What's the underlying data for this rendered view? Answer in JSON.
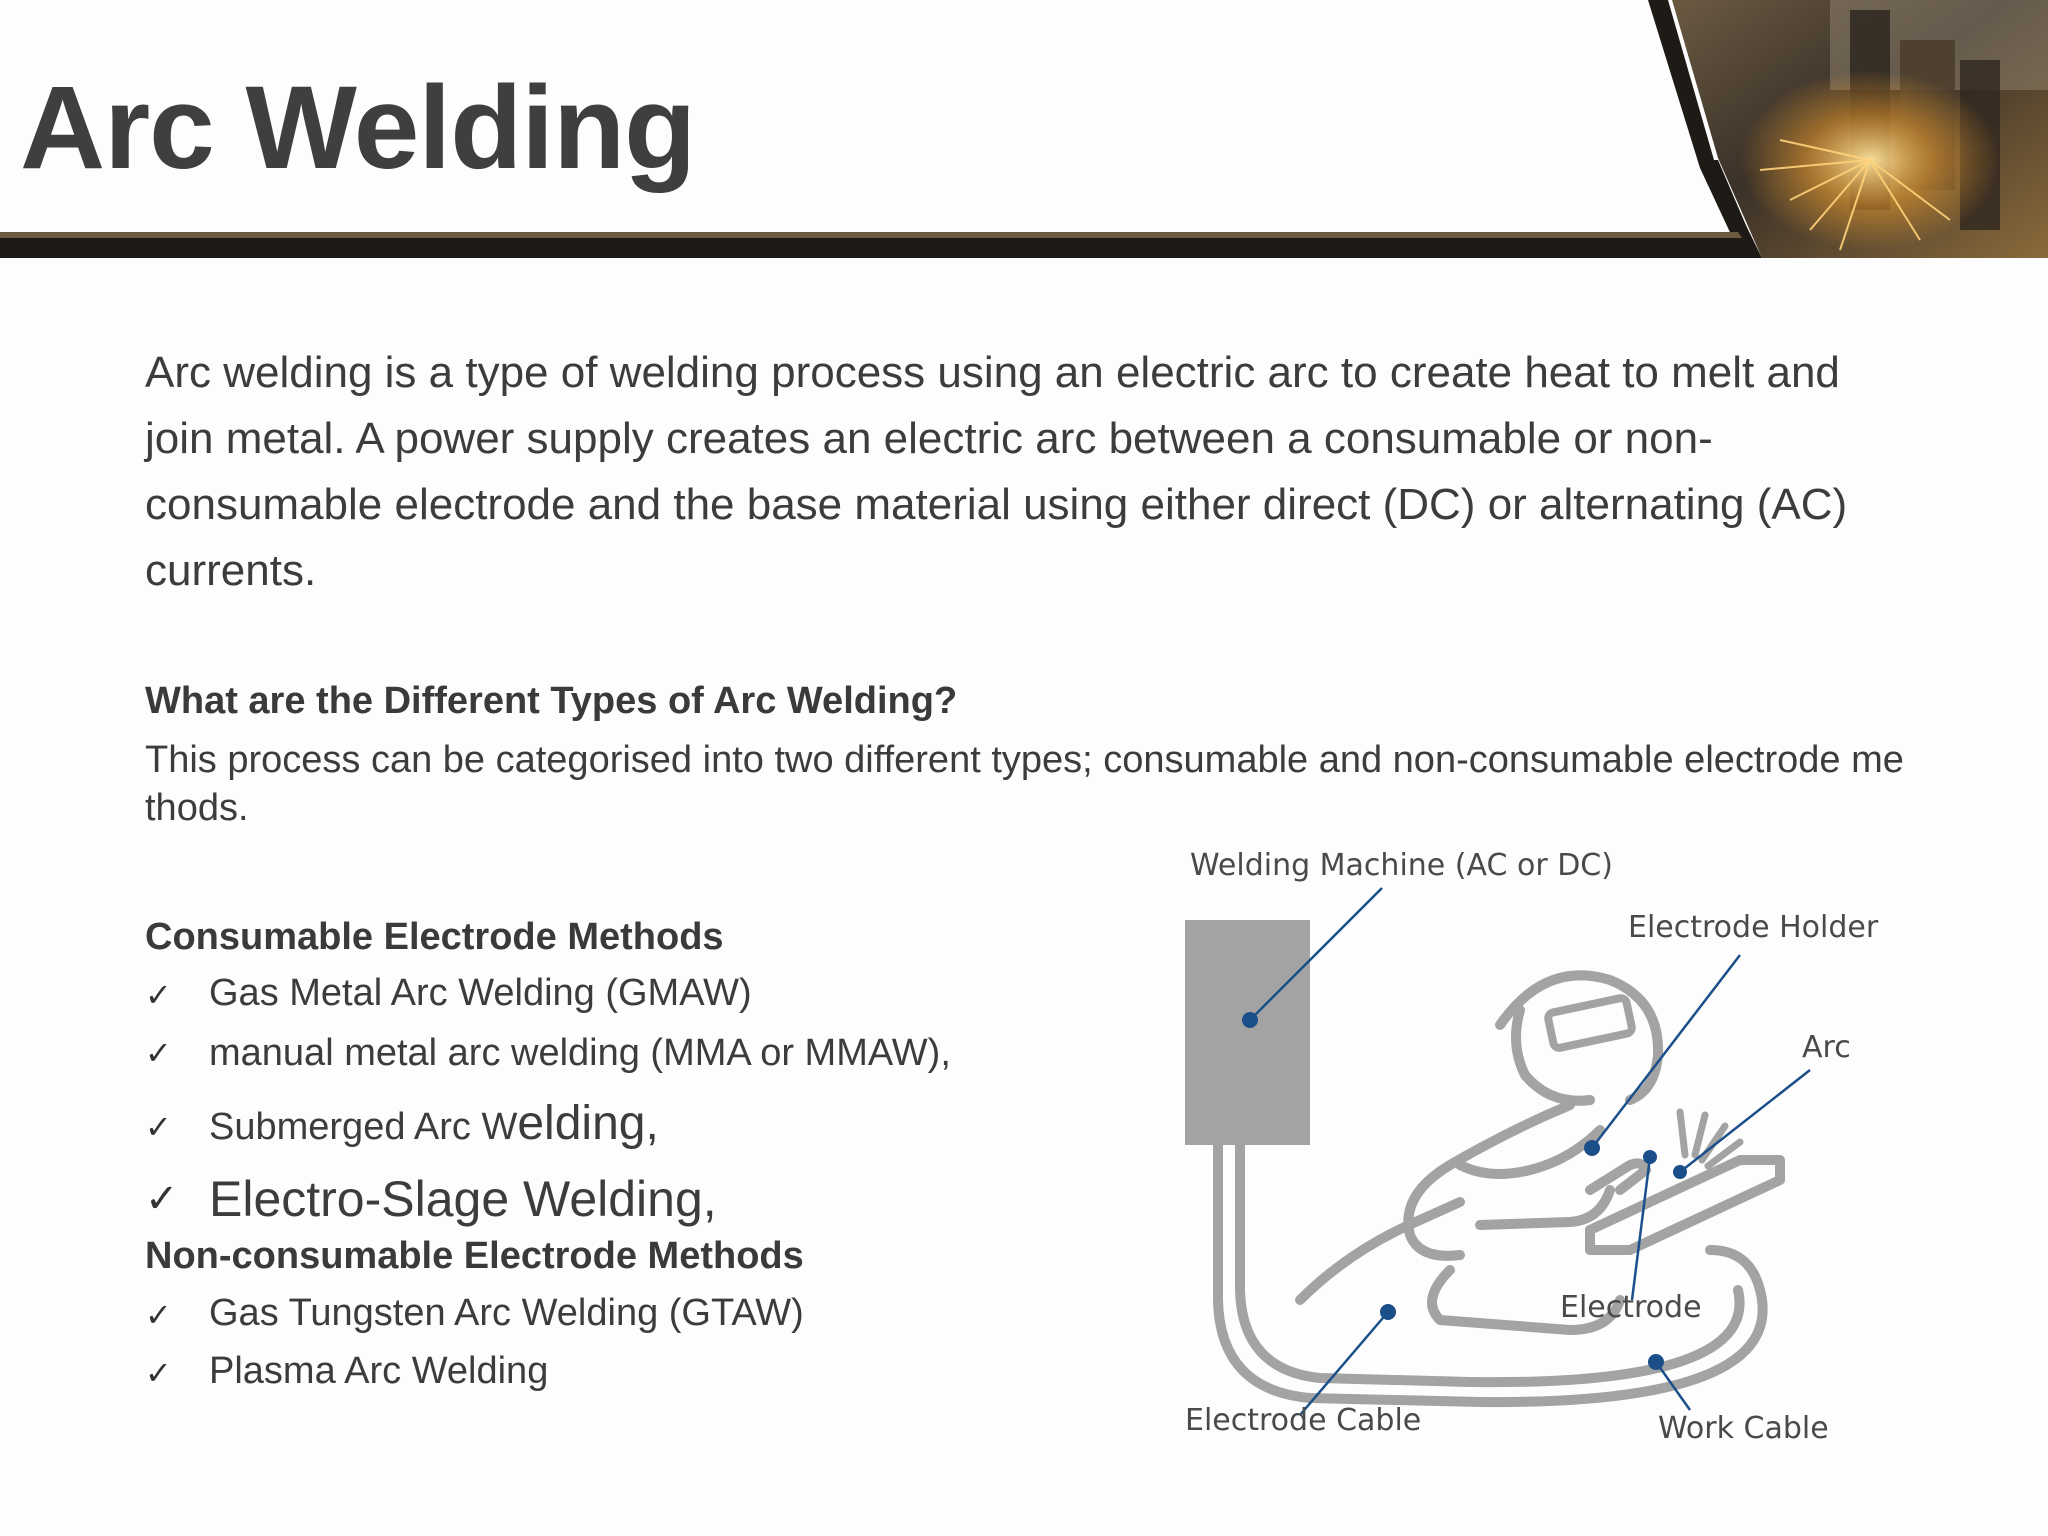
{
  "slide": {
    "title": "Arc Welding",
    "header_image": "welder-grinding-sparks-photo",
    "colors": {
      "title": "#3f3f3f",
      "header_bar": "#1e1a16",
      "text": "#3c3c3c",
      "diagram_gray": "#a3a3a3",
      "diagram_blue": "#1b4f8a"
    },
    "intro": "Arc welding is a type of welding process using an electric arc to create heat to melt and join metal. A power supply creates an electric arc between a consumable or non-consumable electrode and the base material using either direct (DC) or alternating (AC) currents.",
    "types_heading": "What are the Different Types of Arc Welding?",
    "types_description": "This process can be categorised into two different types; consumable and non-consumable electrode methods.",
    "consumable": {
      "heading": "Consumable Electrode Methods",
      "items": [
        {
          "text": "Gas Metal Arc Welding (GMAW)"
        },
        {
          "text": "manual metal arc welding (MMA or MMAW),"
        },
        {
          "text_small": "Submerged Arc W",
          "text_large": "elding,"
        },
        {
          "text": "Electro-Slage Welding,"
        }
      ]
    },
    "nonconsumable": {
      "heading": "Non-consumable Electrode Methods",
      "items": [
        {
          "text": "Gas Tungsten Arc Welding (GTAW)"
        },
        {
          "text": "Plasma Arc Welding"
        }
      ]
    },
    "check_mark": "✓",
    "diagram": {
      "labels": {
        "machine": "Welding Machine (AC or DC)",
        "holder": "Electrode Holder",
        "arc": "Arc",
        "electrode": "Electrode",
        "electrode_cable": "Electrode Cable",
        "work_cable": "Work Cable"
      }
    }
  }
}
